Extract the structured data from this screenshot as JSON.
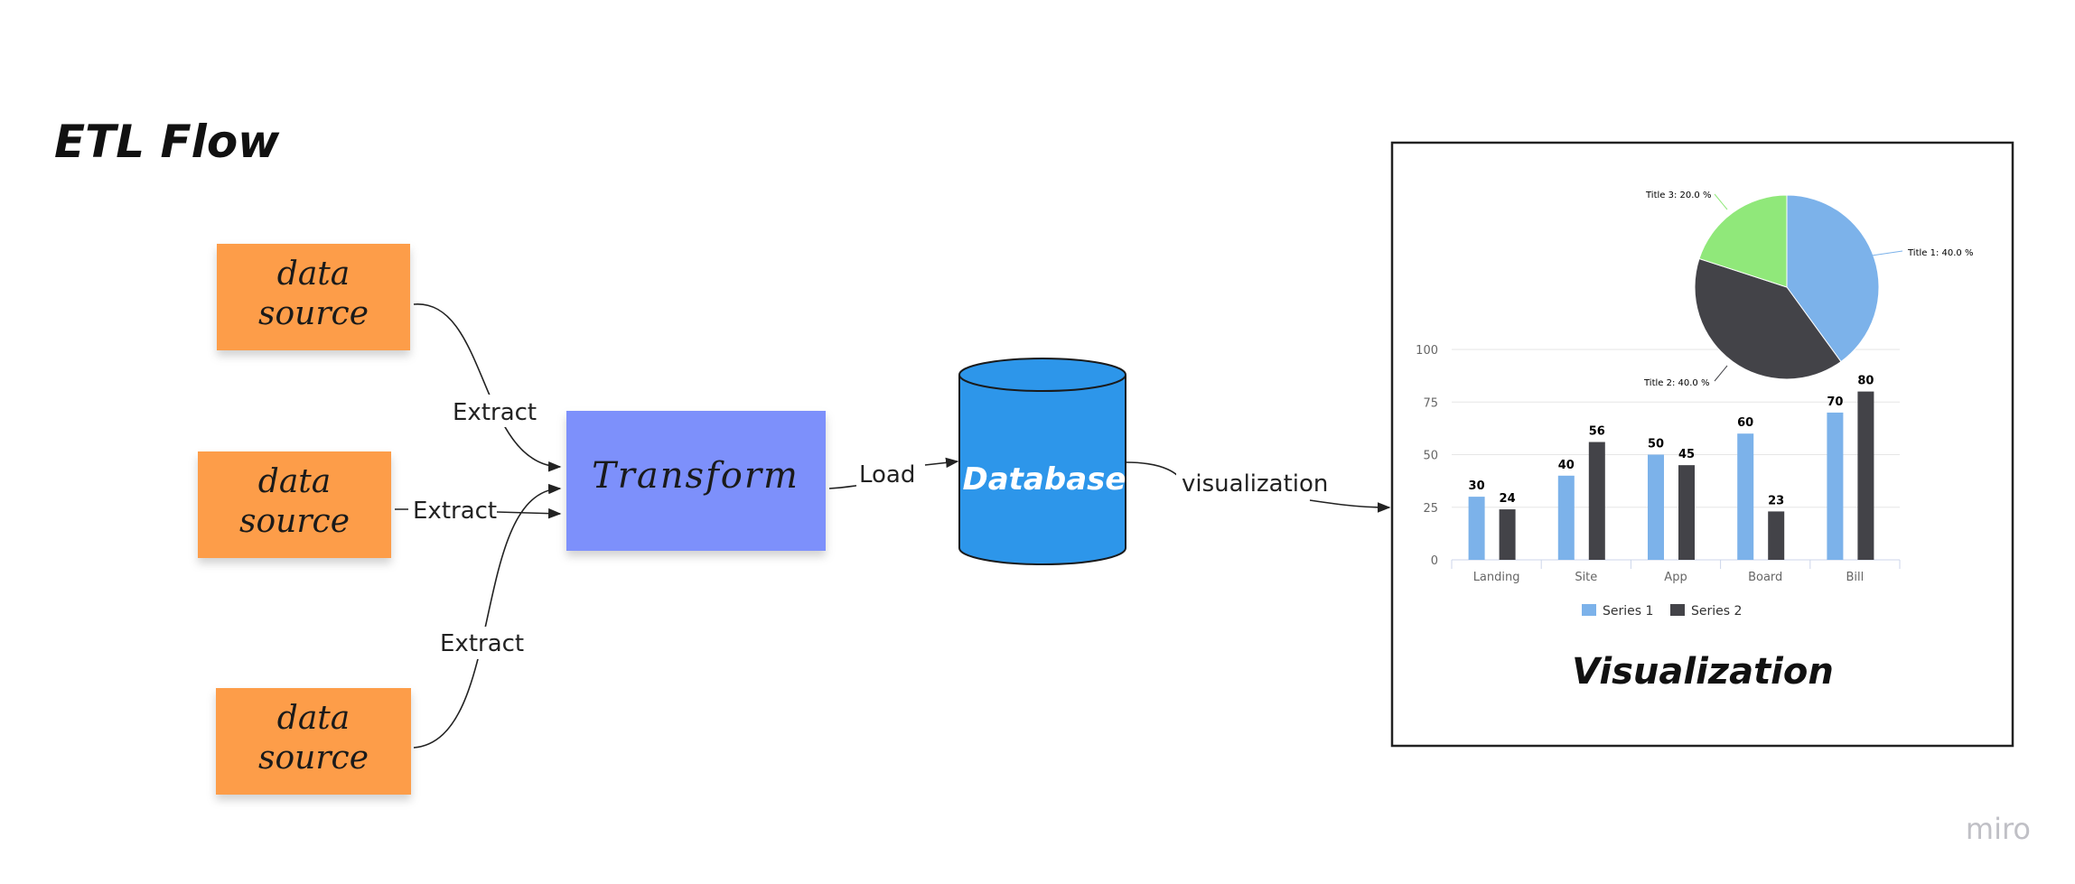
{
  "board": {
    "title": "ETL Flow",
    "watermark": "miro"
  },
  "sources": [
    {
      "line1": "data",
      "line2": "source"
    },
    {
      "line1": "data",
      "line2": "source"
    },
    {
      "line1": "data",
      "line2": "source"
    }
  ],
  "edges": {
    "extract_1": "Extract",
    "extract_2": "Extract",
    "extract_3": "Extract",
    "load": "Load",
    "visualization": "visualization"
  },
  "transform": {
    "label": "Transform"
  },
  "database": {
    "label": "Database"
  },
  "visual_frame": {
    "caption": "Visualization"
  },
  "colors": {
    "sticky": "#fd9d4a",
    "transform": "#7d90fb",
    "database": "#2d96ea",
    "series1": "#7cb2ea",
    "series2": "#434348",
    "pie_green": "#90e87a"
  },
  "chart_data": [
    {
      "type": "pie",
      "labels": [
        "Title 1: 40.0 %",
        "Title 2: 40.0 %",
        "Title 3: 20.0 %"
      ],
      "values": [
        40,
        40,
        20
      ]
    },
    {
      "type": "bar",
      "categories": [
        "Landing",
        "Site",
        "App",
        "Board",
        "Bill"
      ],
      "series": [
        {
          "name": "Series 1",
          "values": [
            30,
            40,
            50,
            60,
            70
          ]
        },
        {
          "name": "Series 2",
          "values": [
            24,
            56,
            45,
            23,
            80
          ]
        }
      ],
      "yticks": [
        "0",
        "25",
        "50",
        "75",
        "100"
      ],
      "ylim": [
        0,
        100
      ],
      "grid": true,
      "legend": "bottom"
    }
  ]
}
